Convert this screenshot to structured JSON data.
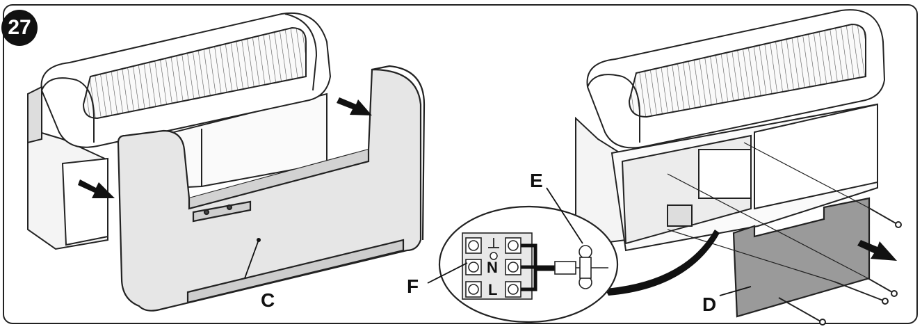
{
  "figure": {
    "step_number": "27",
    "callouts": {
      "C": "C",
      "D": "D",
      "E": "E",
      "F": "F"
    },
    "terminal_labels": {
      "neutral": "N",
      "line": "L"
    },
    "colors": {
      "line": "#222222",
      "panel_fill": "#e6e6e6",
      "back_panel_fill": "#9a9a9a",
      "badge_fill": "#111111"
    }
  }
}
